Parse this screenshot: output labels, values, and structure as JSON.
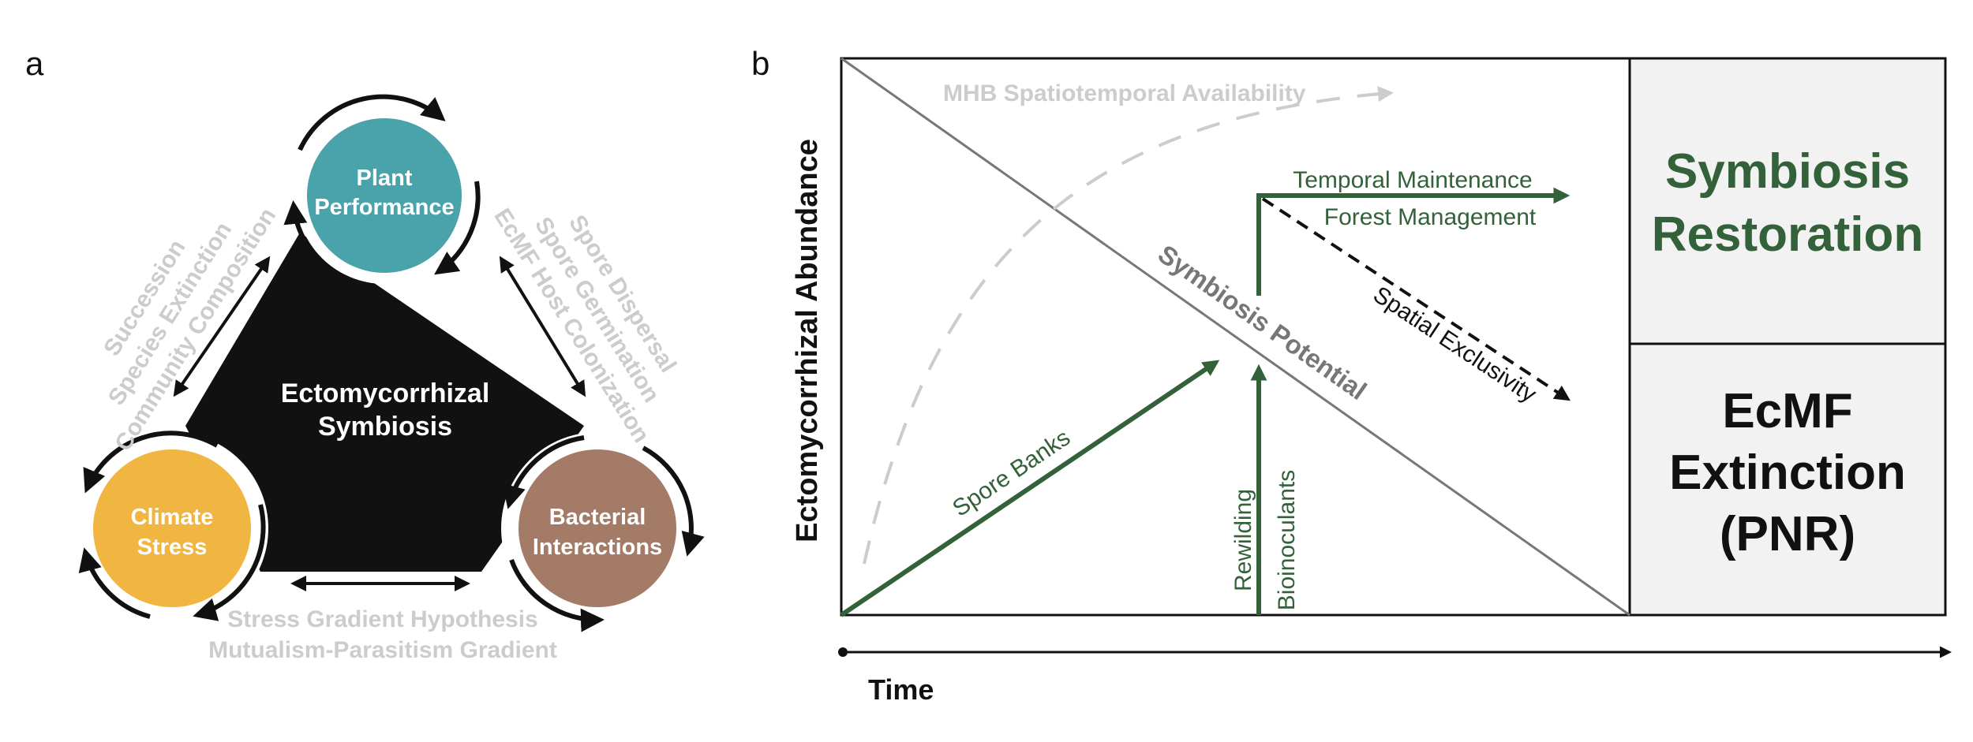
{
  "panel_a": {
    "label": "a",
    "center_label": [
      "Ectomycorrhizal",
      "Symbiosis"
    ],
    "nodes": {
      "plant": {
        "label": [
          "Plant",
          "Performance"
        ],
        "color": "#4aa3aa"
      },
      "climate": {
        "label": [
          "Climate",
          "Stress"
        ],
        "color": "#f1b541"
      },
      "bacterial": {
        "label": [
          "Bacterial",
          "Interactions"
        ],
        "color": "#a47b67"
      }
    },
    "edge_labels": {
      "left": [
        "Succession",
        "Species Extinction",
        "Community Composition"
      ],
      "right": [
        "Spore Dispersal",
        "Spore Germination",
        "EcMF Host Colonization"
      ],
      "bottom": [
        "Stress Gradient Hypothesis",
        "Mutualism-Parasitism Gradient"
      ]
    }
  },
  "panel_b": {
    "label": "b",
    "y_axis_label": "Ectomycorrhizal Abundance",
    "x_axis_label": "Time",
    "mhb_label": "MHB Spatiotemporal Availability",
    "diagonal_label": "Symbiosis Potential",
    "arrows": {
      "spore_banks": "Spore Banks",
      "rewilding": "Rewilding",
      "bioinoculants": "Bioinoculants",
      "temporal_maintenance": "Temporal Maintenance",
      "forest_management": "Forest Management",
      "spatial_exclusivity": "Spatial Exclusivity"
    },
    "outcomes": {
      "top": [
        "Symbiosis",
        "Restoration"
      ],
      "bottom": [
        "EcMF",
        "Extinction",
        "(PNR)"
      ]
    }
  },
  "colors": {
    "green": "#33613a",
    "light_gray": "#cccccc",
    "dark_gray": "#777777",
    "box_fill": "#f2f2f2",
    "black": "#111111"
  }
}
